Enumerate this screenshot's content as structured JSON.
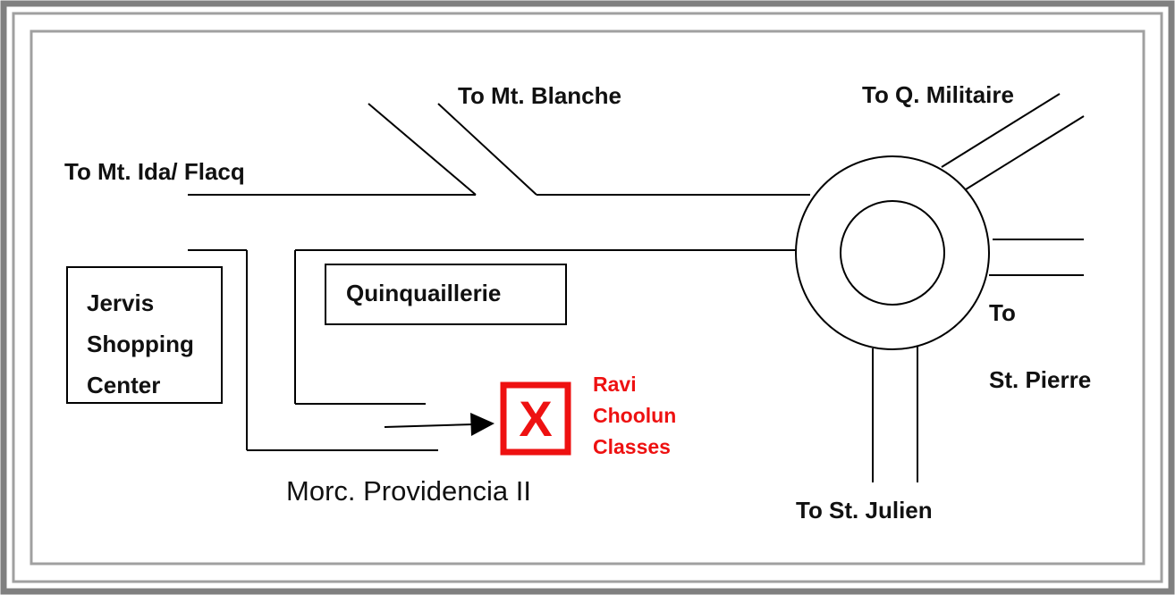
{
  "colors": {
    "line": "#000000",
    "frame_outer": "#808080",
    "frame_inner": "#a0a0a0",
    "marker": "#ee1111",
    "background": "#ffffff"
  },
  "roads": {
    "to_mt_blanche": "To Mt. Blanche",
    "to_mt_ida_flacq": "To Mt. Ida/ Flacq",
    "to_q_militaire": "To Q. Militaire",
    "to": "To",
    "st_pierre": "St. Pierre",
    "to_st_julien": "To St. Julien",
    "street_name": "Morc. Providencia II"
  },
  "landmarks": {
    "jervis_lines": [
      "Jervis",
      "Shopping",
      "Center"
    ],
    "quinquaillerie": "Quinquaillerie"
  },
  "destination": {
    "marker_symbol": "X",
    "lines": [
      "Ravi",
      "Choolun",
      "Classes"
    ]
  }
}
